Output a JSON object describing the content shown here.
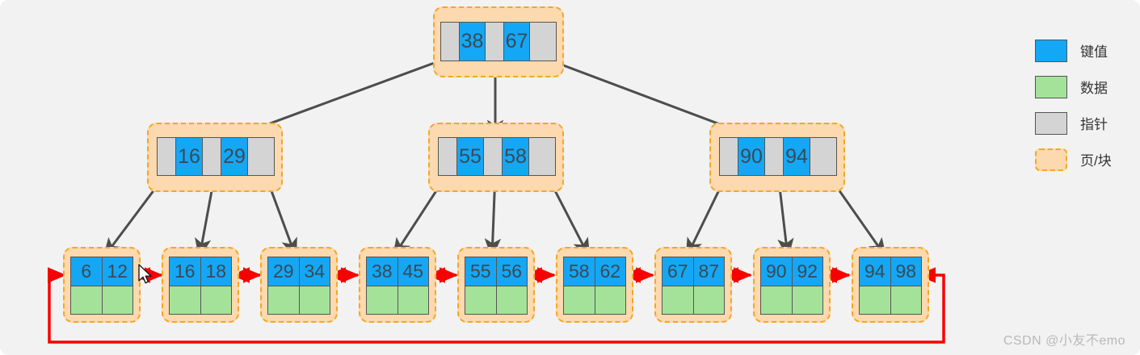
{
  "diagram": {
    "type": "b-plus-tree",
    "background_color": "#f2f2f2",
    "colors": {
      "key": "#14a7f5",
      "data": "#a4e29a",
      "pointer": "#d4d4d4",
      "page_fill": "#fcd9ae",
      "page_border": "#f5a623",
      "tree_edge": "#4d4d4d",
      "leaf_link": "#f90000",
      "text": "#3a4a55"
    },
    "root": {
      "name": "root-node",
      "keys": [
        "38",
        "67"
      ],
      "pointers": 3
    },
    "internal": [
      {
        "name": "internal-node-1",
        "keys": [
          "16",
          "29"
        ],
        "pointers": 3
      },
      {
        "name": "internal-node-2",
        "keys": [
          "55",
          "58"
        ],
        "pointers": 3
      },
      {
        "name": "internal-node-3",
        "keys": [
          "90",
          "94"
        ],
        "pointers": 3
      }
    ],
    "leaves": [
      {
        "name": "leaf-node-1",
        "keys": [
          "6",
          "12"
        ]
      },
      {
        "name": "leaf-node-2",
        "keys": [
          "16",
          "18"
        ]
      },
      {
        "name": "leaf-node-3",
        "keys": [
          "29",
          "34"
        ]
      },
      {
        "name": "leaf-node-4",
        "keys": [
          "38",
          "45"
        ]
      },
      {
        "name": "leaf-node-5",
        "keys": [
          "55",
          "56"
        ]
      },
      {
        "name": "leaf-node-6",
        "keys": [
          "58",
          "62"
        ]
      },
      {
        "name": "leaf-node-7",
        "keys": [
          "67",
          "87"
        ]
      },
      {
        "name": "leaf-node-8",
        "keys": [
          "90",
          "92"
        ]
      },
      {
        "name": "leaf-node-9",
        "keys": [
          "94",
          "98"
        ]
      }
    ]
  },
  "legend": {
    "items": [
      {
        "swatch": "key",
        "label": "键值"
      },
      {
        "swatch": "data",
        "label": "数据"
      },
      {
        "swatch": "ptr",
        "label": "指针"
      },
      {
        "swatch": "page",
        "label": "页/块"
      }
    ]
  },
  "watermark": {
    "text": "CSDN @小友不emo"
  }
}
